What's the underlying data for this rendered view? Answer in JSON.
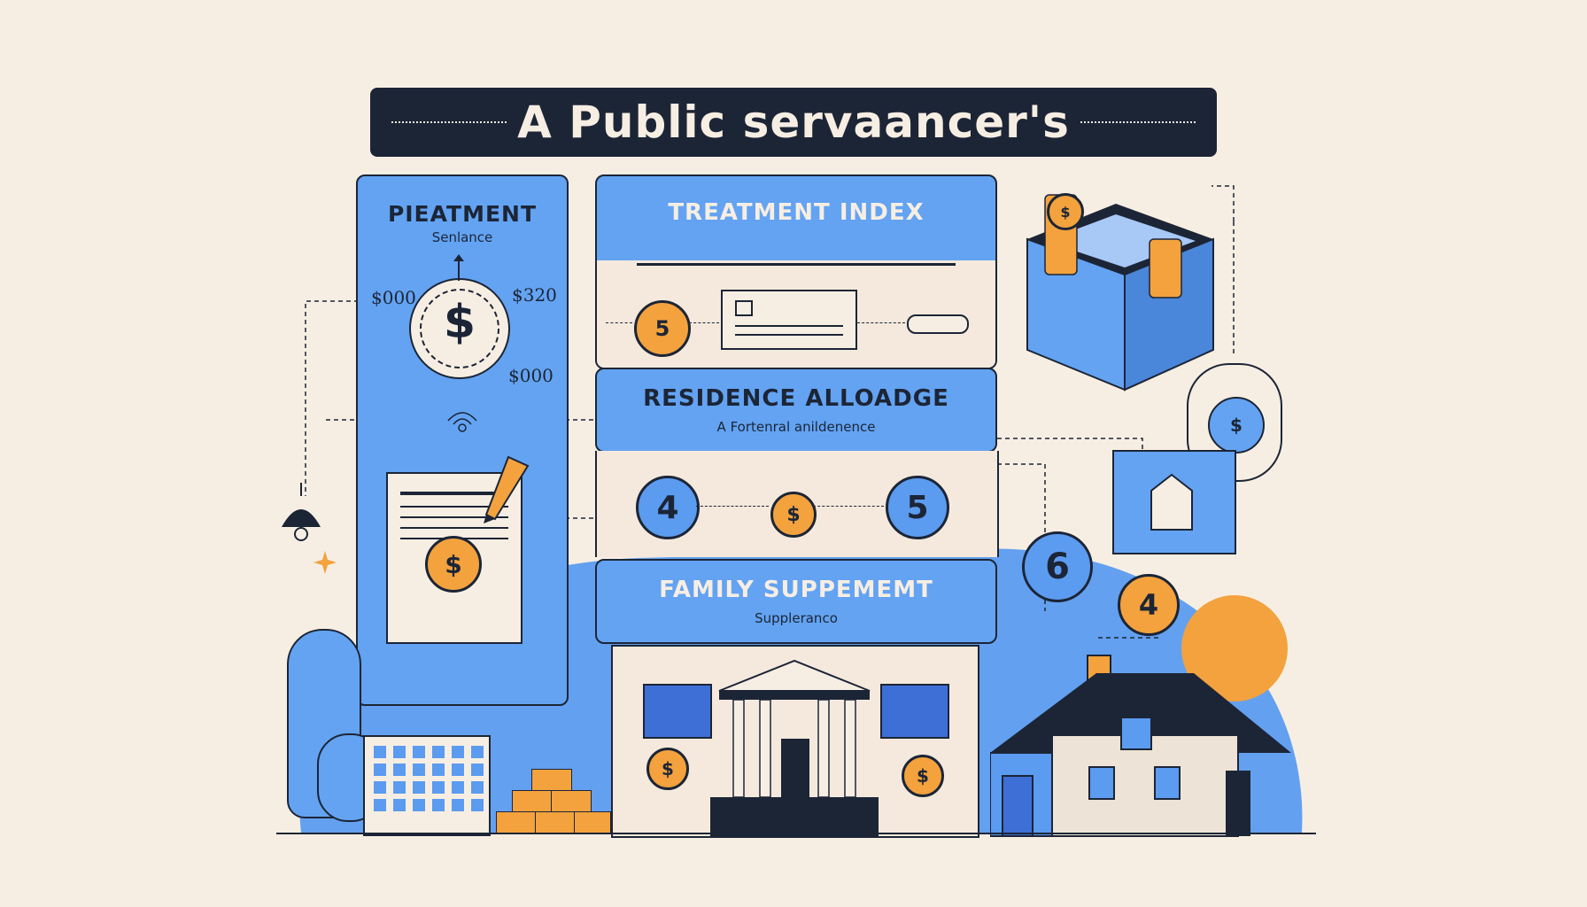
{
  "title": "A Public servaancer's",
  "panels": {
    "left": {
      "heading": "PIEATMENT",
      "subheading": "Senlance",
      "amount_left": "$000",
      "amount_right": "$320",
      "amount_bottom": "$000",
      "coin_symbol": "$",
      "doc_coin_symbol": "$"
    },
    "treatment_index": {
      "heading": "TREATMENT INDEX",
      "badge": "5"
    },
    "residence": {
      "heading": "RESIDENCE ALLOADGE",
      "subheading": "A Fortenral anildenence",
      "badge_left": "4",
      "badge_right": "5",
      "coin_symbol": "$"
    },
    "family": {
      "heading": "FAMILY SUPPEMEMT",
      "subheading": "Suppleranco"
    }
  },
  "right_badges": [
    "6",
    "4"
  ],
  "building_coins": [
    "$",
    "$"
  ],
  "cash_box_coin": "$",
  "jar_symbol": "$",
  "colors": {
    "background": "#f7eee3",
    "navy": "#1c2536",
    "blue": "#63a3f2",
    "orange": "#f3a23e"
  }
}
